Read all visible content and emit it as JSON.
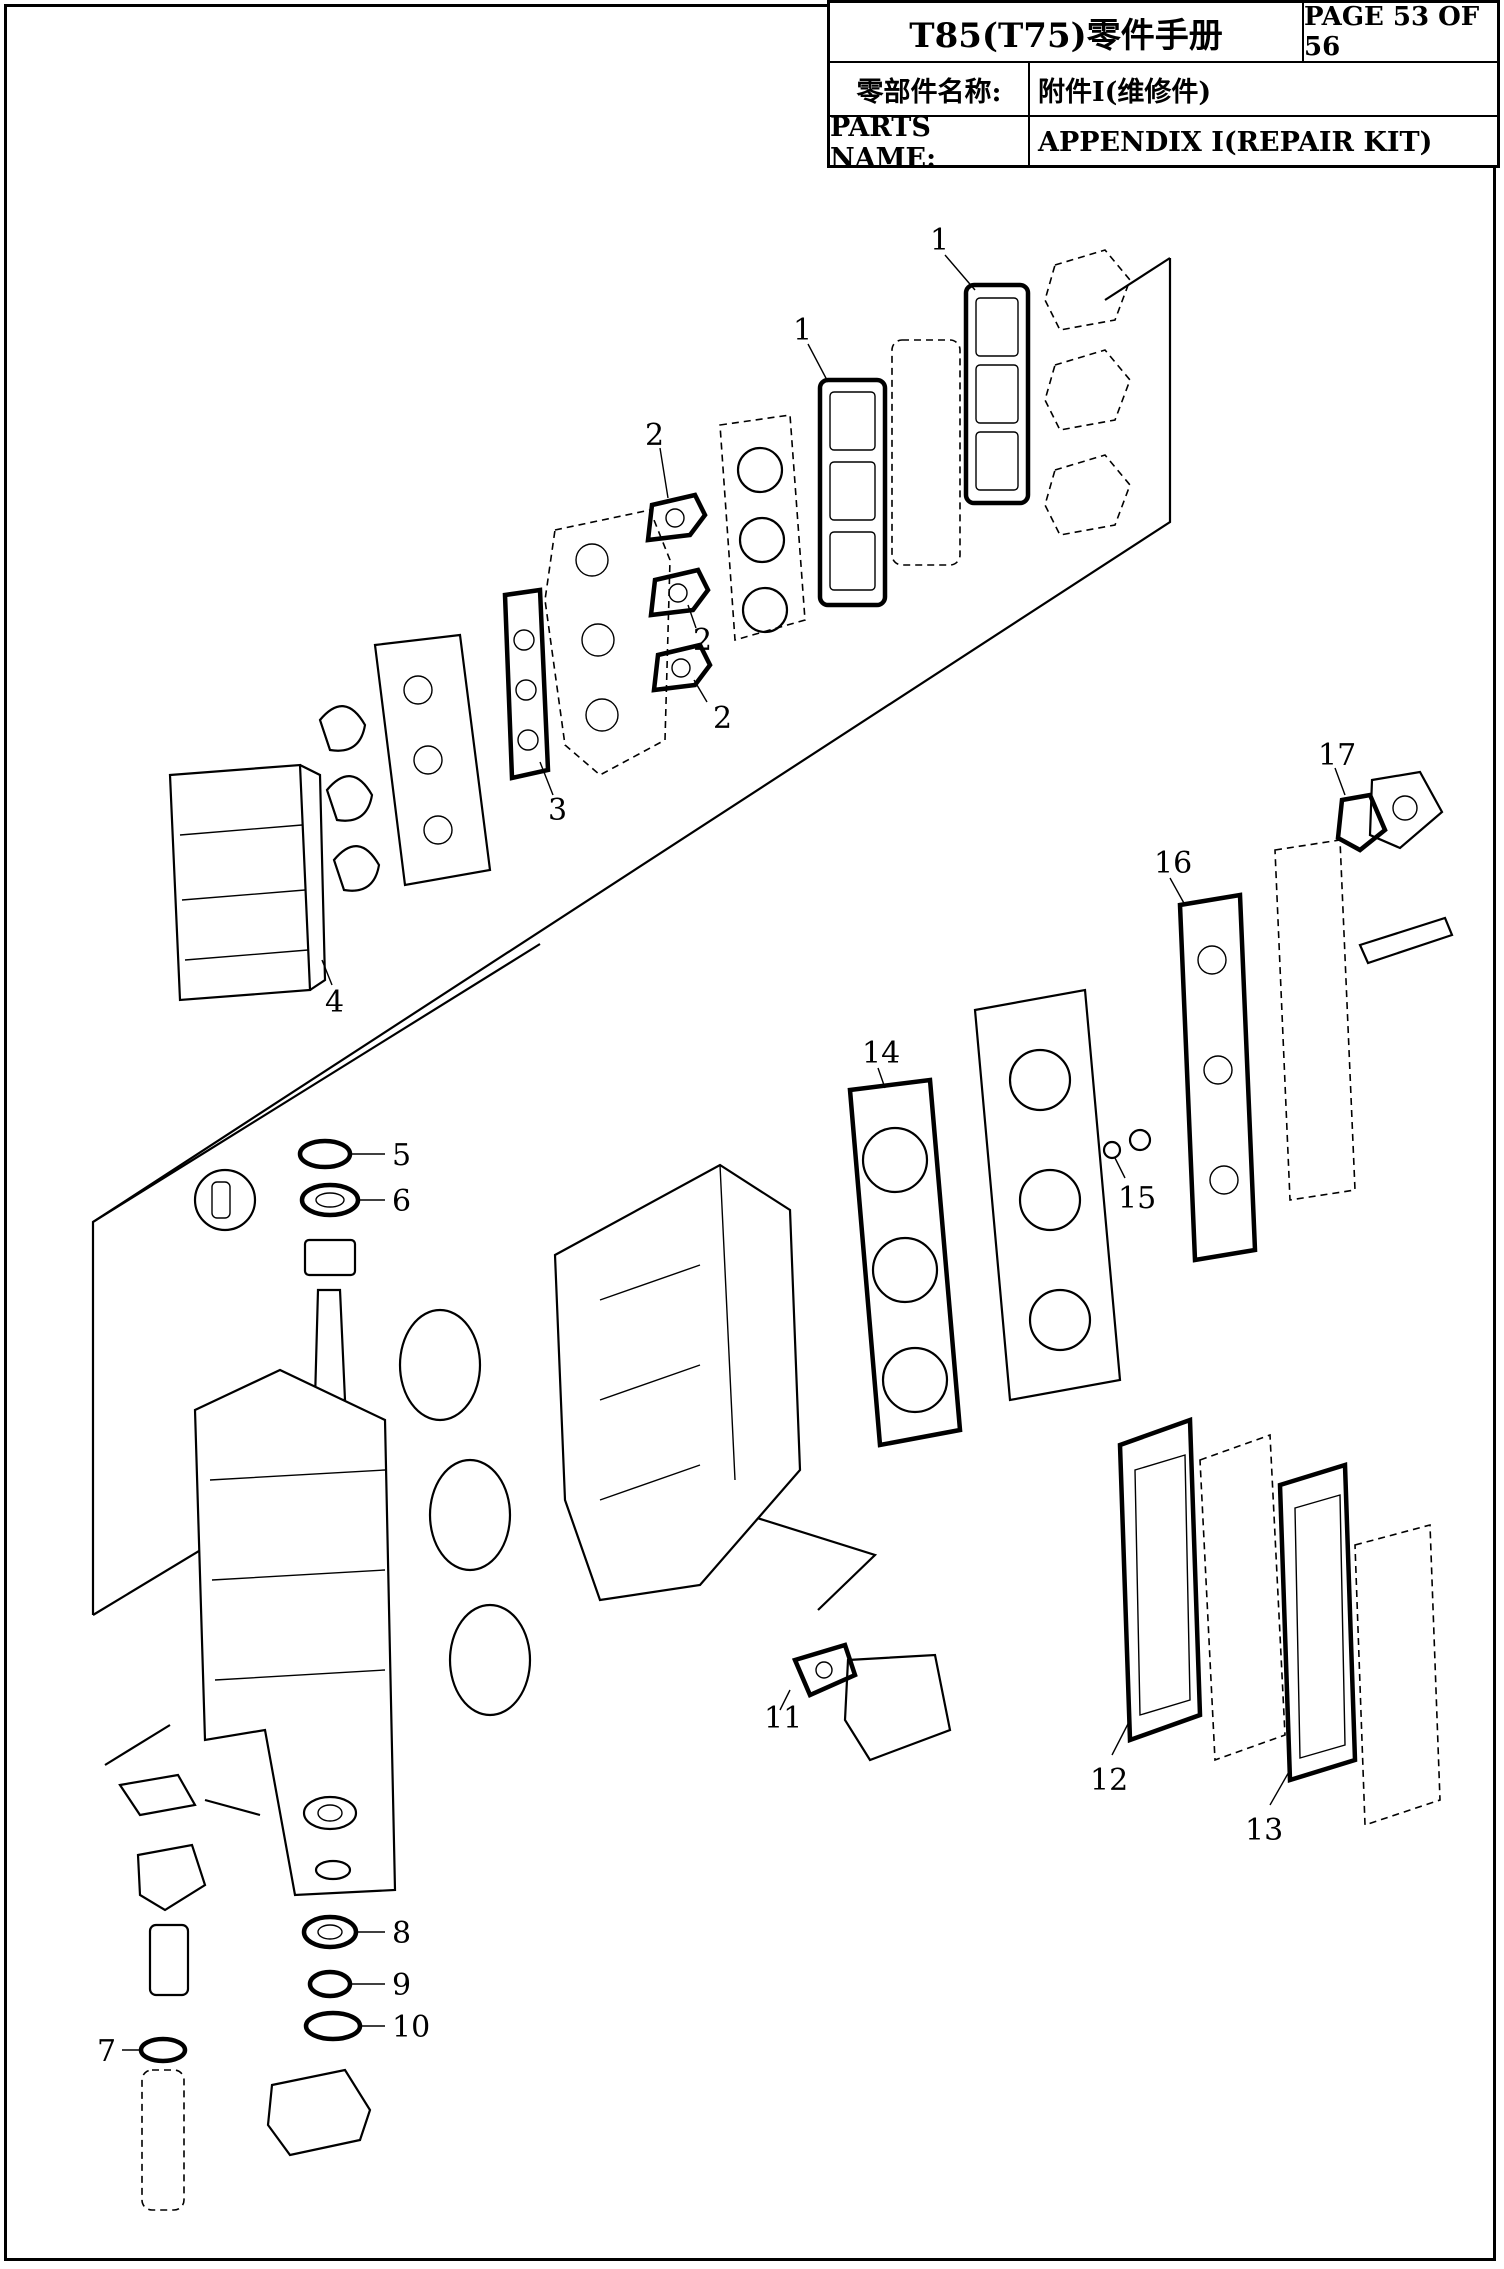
{
  "header": {
    "manual_title": "T85(T75)零件手册",
    "page_indicator": "PAGE 53 OF 56",
    "label_cn": "零部件名称:",
    "value_cn": "附件Ⅰ(维修件)",
    "label_en": "PARTS NAME:",
    "value_en": "APPENDIX Ⅰ(REPAIR KIT)"
  },
  "callouts": [
    "1",
    "1",
    "2",
    "2",
    "2",
    "3",
    "4",
    "5",
    "6",
    "7",
    "8",
    "9",
    "10",
    "11",
    "12",
    "13",
    "14",
    "15",
    "16",
    "17"
  ]
}
